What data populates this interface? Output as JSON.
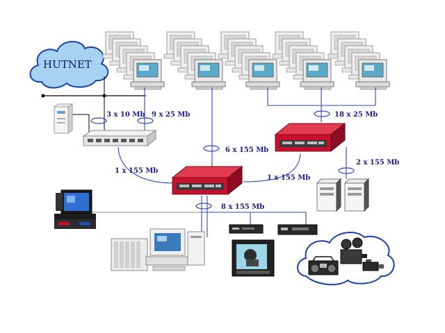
{
  "cloud_label": "HUTNET",
  "links": [
    {
      "id": "l1",
      "text": "3 x 10 Mb"
    },
    {
      "id": "l2",
      "text": "9 x 25 Mb"
    },
    {
      "id": "l3",
      "text": "18 x 25 Mb"
    },
    {
      "id": "l4",
      "text": "6 x 155 Mb"
    },
    {
      "id": "l5",
      "text": "2 x 155 Mb"
    },
    {
      "id": "l6",
      "text": "1 x 155 Mb"
    },
    {
      "id": "l7",
      "text": "1 x 155 Mb"
    },
    {
      "id": "l8",
      "text": "8 x 155 Mb"
    }
  ],
  "colors": {
    "cloud_fill": "#a7d3f2",
    "cloud_stroke": "#1a3fa8",
    "line": "#2a44c4",
    "label": "#1a1a8c",
    "router_red": "#c8102e",
    "device_gray": "#d9d9d9"
  }
}
